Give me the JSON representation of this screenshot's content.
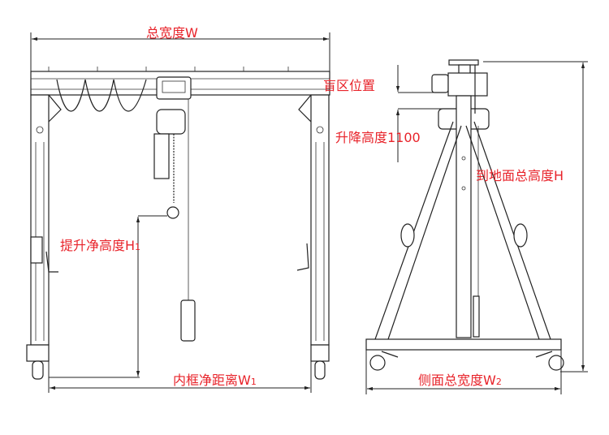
{
  "colors": {
    "label": "#e8232a",
    "line": "#222222"
  },
  "labels": {
    "total_width": "总宽度W",
    "blind_zone": "盲区位置",
    "lift_range": "升降高度1100",
    "total_height": "到地面总高度H",
    "clear_height": {
      "text": "提升净高度H",
      "sub": "1"
    },
    "inner_width": {
      "text": "内框净距离W",
      "sub": "1"
    },
    "side_width": {
      "text": "侧面总宽度W",
      "sub": "2"
    }
  }
}
